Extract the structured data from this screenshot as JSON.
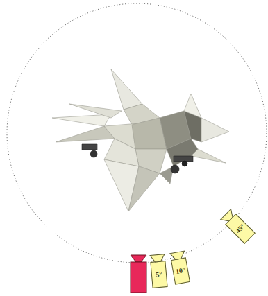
{
  "diagram": {
    "nodes": [
      {
        "text": [
          "5°"
        ]
      },
      {
        "text": [
          "10°"
        ]
      },
      {
        "text": [
          "45°"
        ]
      }
    ]
  }
}
